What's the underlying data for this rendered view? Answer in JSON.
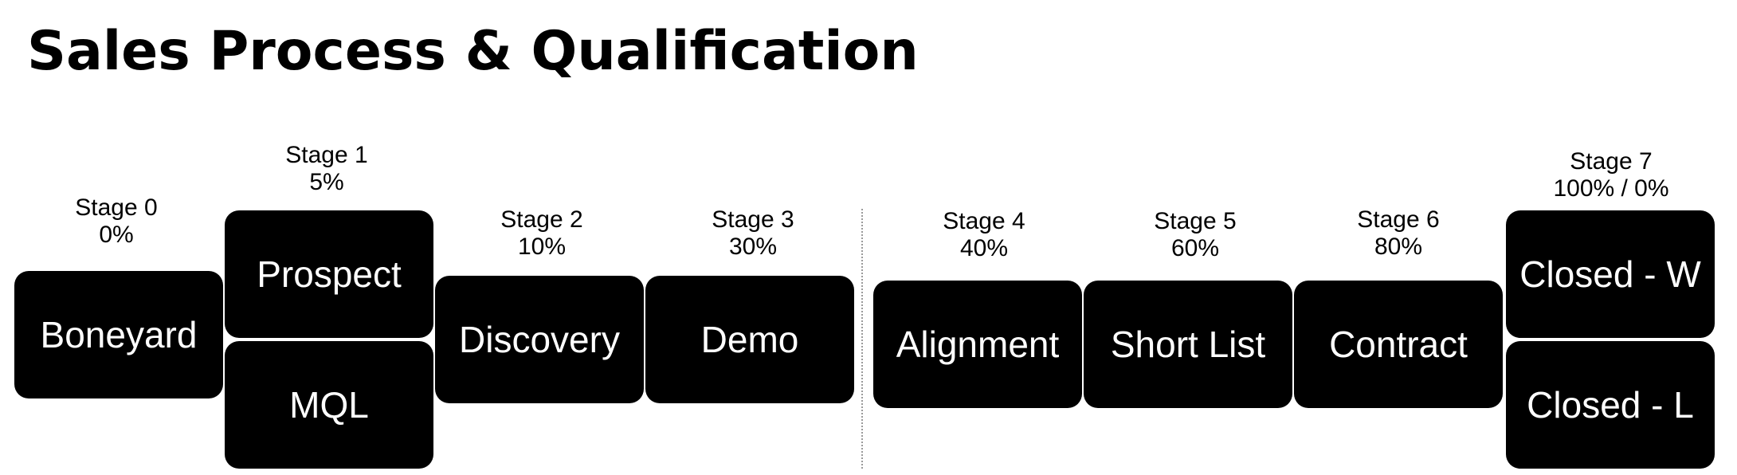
{
  "title": "Sales Process & Qualification",
  "stages": [
    {
      "name": "Stage 0",
      "pct": "0%",
      "boxes": [
        "Boneyard"
      ]
    },
    {
      "name": "Stage 1",
      "pct": "5%",
      "boxes": [
        "Prospect",
        "MQL"
      ]
    },
    {
      "name": "Stage 2",
      "pct": "10%",
      "boxes": [
        "Discovery"
      ]
    },
    {
      "name": "Stage 3",
      "pct": "30%",
      "boxes": [
        "Demo"
      ]
    },
    {
      "name": "Stage 4",
      "pct": "40%",
      "boxes": [
        "Alignment"
      ]
    },
    {
      "name": "Stage 5",
      "pct": "60%",
      "boxes": [
        "Short List"
      ]
    },
    {
      "name": "Stage 6",
      "pct": "80%",
      "boxes": [
        "Contract"
      ]
    },
    {
      "name": "Stage 7",
      "pct": "100% / 0%",
      "boxes": [
        "Closed - W",
        "Closed - L"
      ]
    }
  ],
  "colors": {
    "box_fill": "#000000",
    "box_text": "#ffffff",
    "divider": "#9a9a9a"
  }
}
